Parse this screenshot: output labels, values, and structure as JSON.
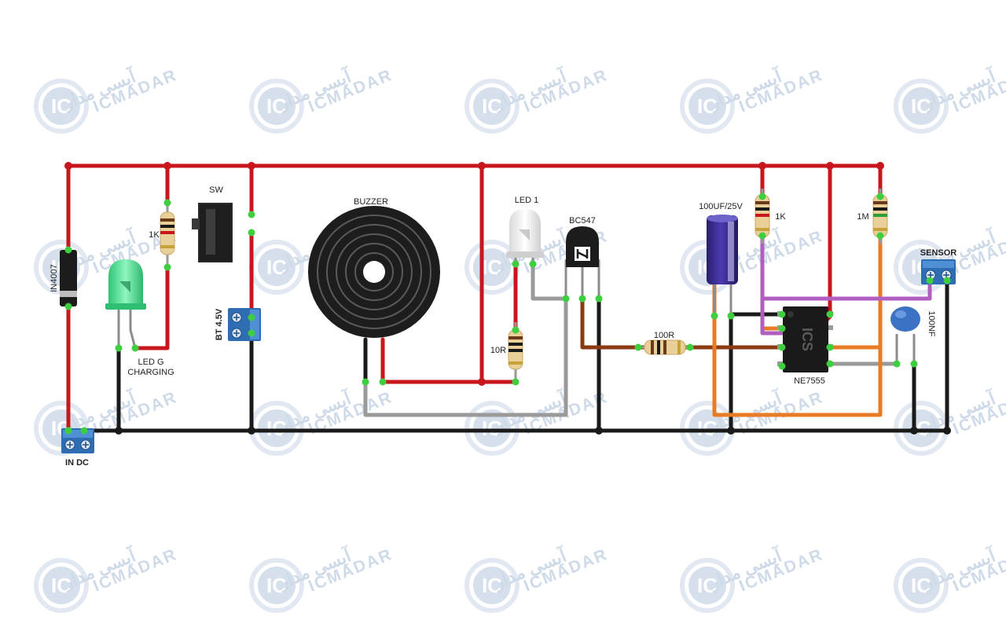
{
  "watermark": {
    "logo": "IC",
    "brand": "ICMADAR",
    "brand_fa": "آیسی مدار"
  },
  "labels": {
    "in_dc": "IN DC",
    "diode": "IN4007",
    "led_g_line1": "LED G",
    "led_g_line2": "CHARGING",
    "res_1k_left": "1K",
    "switch": "SW",
    "battery": "BT 4.5V",
    "buzzer": "BUZZER",
    "led1": "LED 1",
    "res_10r": "10R",
    "transistor": "BC547",
    "res_100r": "100R",
    "capacitor": "100UF/25V",
    "res_1k_right": "1K",
    "res_1m": "1M",
    "ic": "NE7555",
    "ic_logo": "ICS",
    "cap_100nf": "100NF",
    "sensor": "SENSOR"
  },
  "colors": {
    "wire_red": "#c8161d",
    "wire_black": "#1a1a1a",
    "wire_gray": "#9a9a9a",
    "wire_orange": "#e87b24",
    "wire_purple": "#b25ec0",
    "wire_brown": "#8a3b12",
    "terminal_blue": "#2f6db3",
    "led_green": "#44e08a",
    "watermark": "#a9bcd6"
  }
}
